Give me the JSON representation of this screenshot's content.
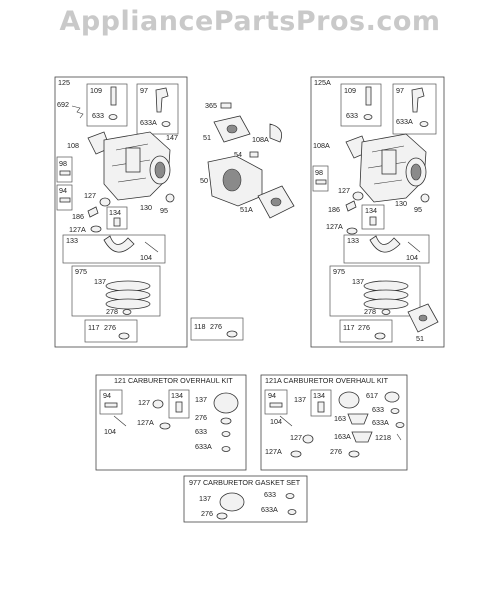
{
  "watermark": "AppliancePartsPros.com",
  "groups": {
    "left": "125",
    "right": "125A",
    "mid_small": "118"
  },
  "labels": {
    "l_109": "109",
    "l_633": "633",
    "l_97": "97",
    "l_633A": "633A",
    "l_692": "692",
    "l_108": "108",
    "l_147": "147",
    "l_98": "98",
    "l_94": "94",
    "l_127": "127",
    "l_186": "186",
    "l_130": "130",
    "l_95": "95",
    "l_134": "134",
    "l_127A": "127A",
    "l_133": "133",
    "l_104": "104",
    "l_975": "975",
    "l_137": "137",
    "l_278": "278",
    "l_117": "117",
    "l_276": "276",
    "m_365": "365",
    "m_51": "51",
    "m_108A": "108A",
    "m_54": "54",
    "m_50": "50",
    "m_51A": "51A",
    "m_276": "276",
    "r_109": "109",
    "r_633": "633",
    "r_97": "97",
    "r_633A": "633A",
    "r_108A": "108A",
    "r_98": "98",
    "r_127": "127",
    "r_186": "186",
    "r_130": "130",
    "r_95": "95",
    "r_134": "134",
    "r_127A": "127A",
    "r_133": "133",
    "r_104": "104",
    "r_975": "975",
    "r_137": "137",
    "r_278": "278",
    "r_117": "117",
    "r_276": "276",
    "r_51": "51"
  },
  "kits": {
    "k121": {
      "title": "121 CARBURETOR OVERHAUL KIT",
      "labels": {
        "a94": "94",
        "a127": "127",
        "a134": "134",
        "a137": "137",
        "a276": "276",
        "a127A": "127A",
        "a104": "104",
        "a633": "633",
        "a633A": "633A"
      }
    },
    "k121A": {
      "title": "121A CARBURETOR OVERHAUL KIT",
      "labels": {
        "b94": "94",
        "b134": "134",
        "b137": "137",
        "b617": "617",
        "b633": "633",
        "b104": "104",
        "b163": "163",
        "b633A": "633A",
        "b127": "127",
        "b163A": "163A",
        "b1218": "1218",
        "b127A": "127A",
        "b276": "276"
      }
    },
    "k977": {
      "title": "977 CARBURETOR GASKET SET",
      "labels": {
        "c137": "137",
        "c633": "633",
        "c276": "276",
        "c633A": "633A"
      }
    }
  }
}
